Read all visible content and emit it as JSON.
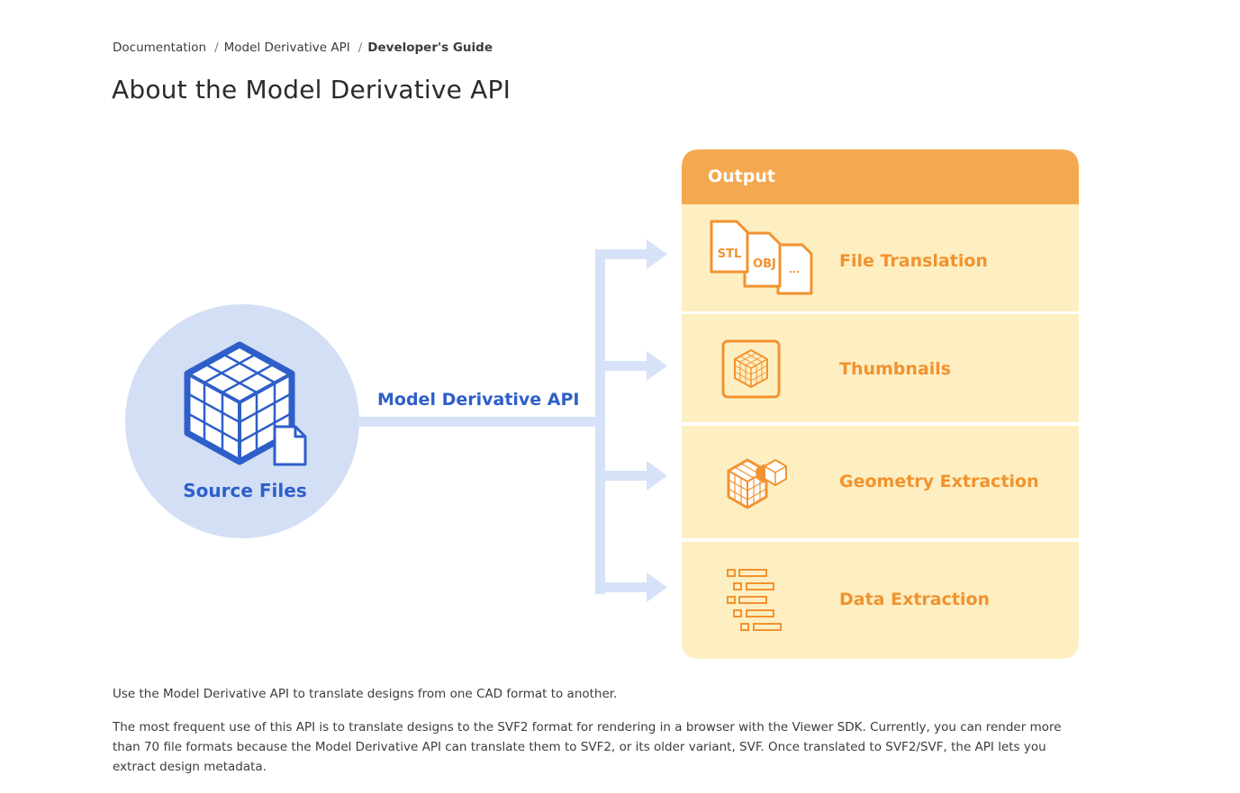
{
  "breadcrumb": {
    "items": [
      "Documentation",
      "Model Derivative API"
    ],
    "current": "Developer's Guide",
    "separator": "/"
  },
  "title": "About the Model Derivative API",
  "diagram": {
    "source_label": "Source Files",
    "api_label": "Model Derivative API",
    "output_header": "Output",
    "outputs": [
      {
        "label": "File Translation",
        "icon": "file-formats-icon"
      },
      {
        "label": "Thumbnails",
        "icon": "thumbnail-cube-icon"
      },
      {
        "label": "Geometry Extraction",
        "icon": "geometry-cubes-icon"
      },
      {
        "label": "Data Extraction",
        "icon": "data-list-icon"
      }
    ],
    "file_icon_labels": [
      "STL",
      "OBJ",
      "..."
    ],
    "colors": {
      "blue": "#2e5fc9",
      "circle_fill": "#d3dff5",
      "arrow": "#d6e2f7",
      "orange": "#f2922f",
      "header_orange": "#f4a84f",
      "panel_yellow": "#fdefc1"
    }
  },
  "paragraphs": [
    "Use the Model Derivative API to translate designs from one CAD format to another.",
    "The most frequent use of this API is to translate designs to the SVF2 format for rendering in a browser with the Viewer SDK. Currently, you can render more than 70 file formats because the Model Derivative API can translate them to SVF2, or its older variant, SVF. Once translated to SVF2/SVF, the API lets you extract design metadata."
  ]
}
